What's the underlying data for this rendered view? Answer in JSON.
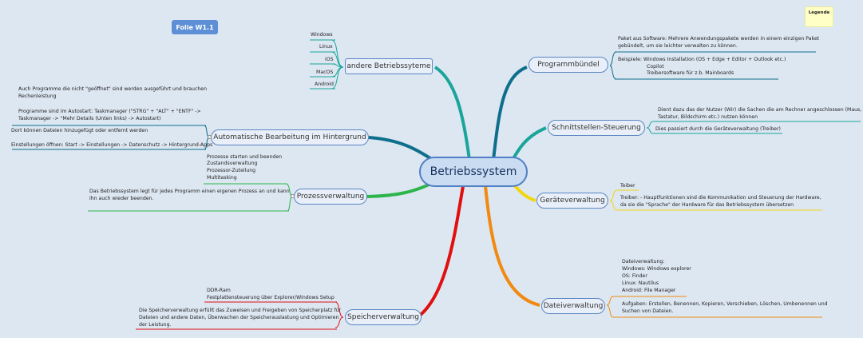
{
  "central": "Betriebssystem",
  "folie": "Folie W1.1",
  "legende": "Legende",
  "left": {
    "andere": {
      "label": "andere Betriebssyteme",
      "items": [
        "Windows",
        "Linux",
        "iOS",
        "MacOS",
        "Android"
      ]
    },
    "auto": {
      "label": "Automatische Bearbeitung im Hintergrund",
      "items": [
        "Auch Programme die nicht \"geöffnet\" sind werden ausgeführt und brauchen",
        "Rechenleistung",
        "Programme sind im Autostart: Taskmanager (\"STRG\" + \"ALT\" + \"ENTF\" ->",
        "Taskmanager -> \"Mehr Details (Unten links) -> Autostart)",
        "Dort können Dateien hinzugefügt oder entfernt werden",
        "Einstellungen öffnen: Start -> Einstellungen -> Datenschutz -> Hintergrund-Apps"
      ]
    },
    "prozess": {
      "label": "Prozessverwaltung",
      "items": [
        "Prozesse starten und beenden",
        "Zustandsverwaltung",
        "Prozessor-Zuteilung",
        "Multitasking"
      ],
      "desc": [
        "Das Betriebssystem legt für jedes Programm einen eigenen Prozess an und kann",
        "ihn auch wieder beenden."
      ]
    },
    "speicher": {
      "label": "Speicherverwaltung",
      "items": [
        "DDR-Ram",
        "Festplattensteuerung über Explorer/Windows Setup"
      ],
      "desc": [
        "Die Speicherverwaltung erfüllt das Zuweisen und Freigeben von Speicherplatz für",
        "Dateien und andere Daten, Überwachen der Speicherauslastung und Optimieren",
        "der Leistung."
      ]
    }
  },
  "right": {
    "programm": {
      "label": "Programmbündel",
      "desc": [
        "Paket aus Software: Mehrere Anwendungspakete werden in einem einzigen Paket",
        "gebündelt, um sie leichter verwalten zu können."
      ],
      "example": [
        "Beispiele: Windows Installation (OS + Edge + Editor + Outlook etc.)",
        "Copilot",
        "Treibersoftware für z.b. Mainboards"
      ]
    },
    "schnitt": {
      "label": "Schnittstellen-Steuerung",
      "desc": [
        "Dient dazu das der Nutzer (Wir) die Sachen die am Rechner angeschlossen (Maus,",
        "Tastatur, Bildschirm etc.) nutzen können"
      ],
      "note": "Dies passiert durch die Geräteverwaltung (Treiber)"
    },
    "geraete": {
      "label": "Geräteverwaltung",
      "item": "Teiber",
      "desc": [
        "Treiber: - Hauptfunktionen sind die Kommunikation und Steuerung der Hardware,",
        "da sie die \"Sprache\" der Hardware für das Betriebssystem übersetzen"
      ]
    },
    "datei": {
      "label": "Dateiverwaltung",
      "items": [
        "Dateiverwaltung:",
        "Windows: Windows explorer",
        "OS: Finder",
        "Linux: Nautilus",
        "Android: File Manager"
      ],
      "desc": [
        "Aufgaben: Erstellen, Benennen, Kopieren, Verschieben, Löschen, Umbenennen und",
        "Suchen von Dateien."
      ]
    }
  }
}
